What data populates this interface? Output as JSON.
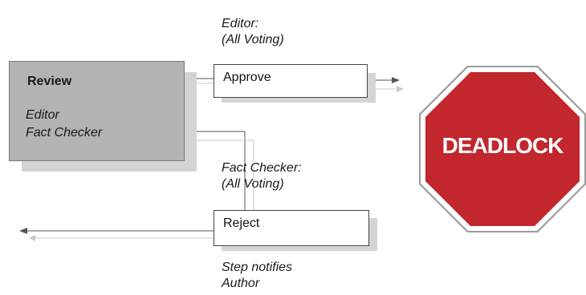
{
  "review": {
    "title": "Review",
    "participants": [
      "Editor",
      "Fact Checker"
    ]
  },
  "approve": {
    "label": "Approve",
    "note_line1": "Editor:",
    "note_line2": "(All Voting)"
  },
  "reject": {
    "label": "Reject",
    "note_line1": "Fact Checker:",
    "note_line2": "(All Voting)",
    "footer_line1": "Step notifies",
    "footer_line2": "Author"
  },
  "stop_sign": {
    "text": "DEADLOCK",
    "fill_color": "#c1272d",
    "border_color": "#ffffff"
  }
}
